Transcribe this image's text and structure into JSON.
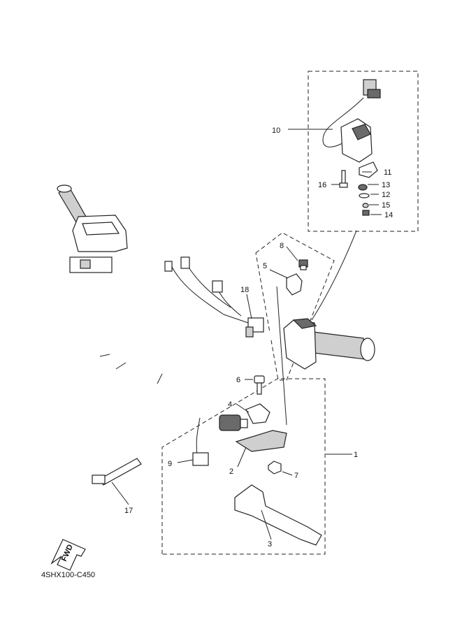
{
  "diagram_code": "4SHX100-C450",
  "fwd_label": "FWD",
  "callouts": {
    "c1": "1",
    "c2": "2",
    "c3": "3",
    "c4": "4",
    "c5": "5",
    "c6": "6",
    "c7": "7",
    "c8": "8",
    "c9": "9",
    "c10": "10",
    "c11": "11",
    "c12": "12",
    "c13": "13",
    "c14": "14",
    "c15": "15",
    "c16": "16",
    "c17": "17",
    "c18": "18"
  }
}
